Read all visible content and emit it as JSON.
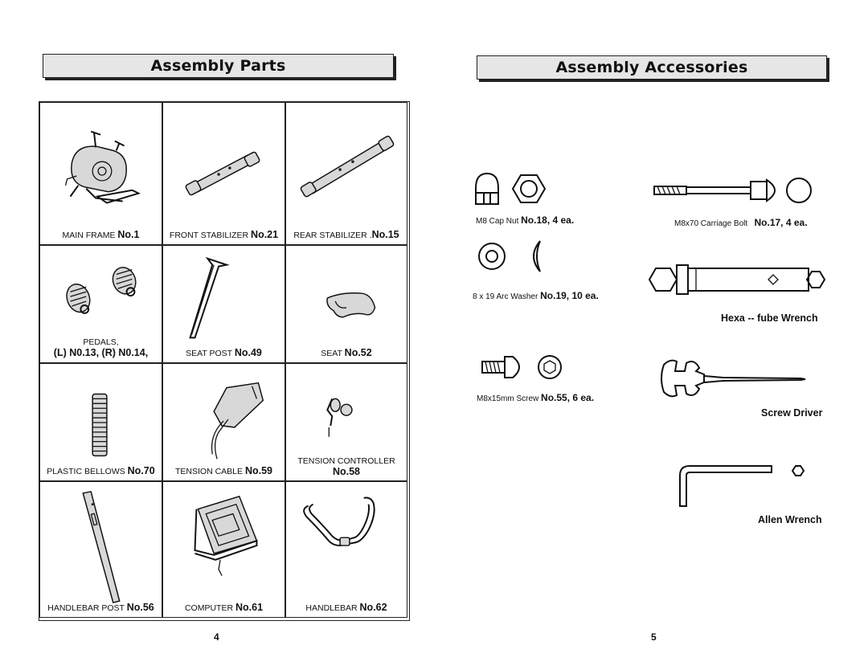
{
  "left_page": {
    "title": "Assembly Parts",
    "page_number": "4",
    "parts": [
      {
        "name": "MAIN FRAME",
        "num": "No.1"
      },
      {
        "name": "FRONT STABILIZER",
        "num": "No.21"
      },
      {
        "name": "REAR STABILIZER .",
        "num": "No.15"
      },
      {
        "name": "PEDALS,",
        "num": "(L) N0.13, (R) N0.14,"
      },
      {
        "name": "SEAT POST",
        "num": "No.49"
      },
      {
        "name": "SEAT",
        "num": "No.52"
      },
      {
        "name": "PLASTIC BELLOWS",
        "num": "No.70"
      },
      {
        "name": "TENSION CABLE",
        "num": "No.59"
      },
      {
        "name": "TENSION CONTROLLER",
        "num": "No.58"
      },
      {
        "name": "HANDLEBAR POST",
        "num": "No.56"
      },
      {
        "name": "COMPUTER",
        "num": "No.61"
      },
      {
        "name": "HANDLEBAR",
        "num": "No.62"
      }
    ]
  },
  "right_page": {
    "title": "Assembly Accessories",
    "page_number": "5",
    "cap_nut": {
      "name": "M8 Cap Nut",
      "num": "No.18, 4 ea."
    },
    "carriage_bolt": {
      "name": "M8x70 Carriage Bolt",
      "num": "No.17, 4 ea."
    },
    "arc_washer": {
      "name": "8 x 19 Arc Washer",
      "num": "No.19, 10 ea."
    },
    "hexa_wrench": {
      "label": "Hexa -- fube Wrench"
    },
    "screw": {
      "name": "M8x15mm Screw",
      "num": "No.55, 6 ea."
    },
    "screw_driver": {
      "label": "Screw Driver"
    },
    "allen_wrench": {
      "label": "Allen Wrench"
    }
  }
}
